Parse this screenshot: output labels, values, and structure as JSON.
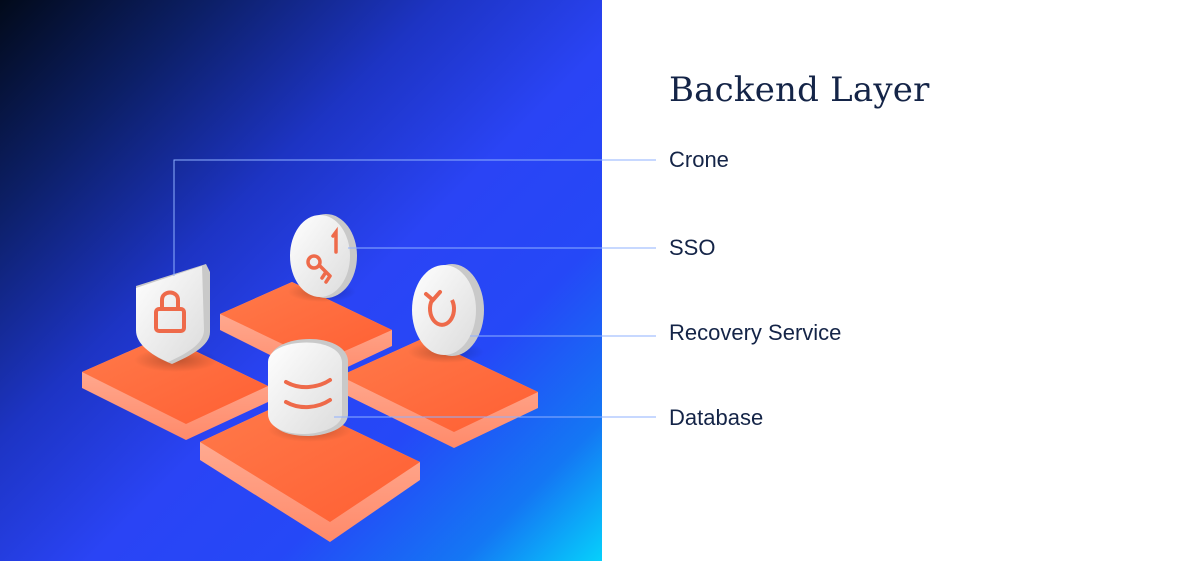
{
  "header": {
    "title": "Backend Layer"
  },
  "components": [
    {
      "id": "crone",
      "label": "Crone",
      "icon": "shield-lock-icon"
    },
    {
      "id": "sso",
      "label": "SSO",
      "icon": "key-icon"
    },
    {
      "id": "recovery",
      "label": "Recovery Service",
      "icon": "refresh-icon"
    },
    {
      "id": "database",
      "label": "Database",
      "icon": "database-icon"
    }
  ],
  "colors": {
    "tile": "#ff6b3d",
    "icon_face": "#f2f2f2",
    "icon_glyph": "#ee6a4a",
    "connector": "#8fb0ff",
    "text": "#142447"
  }
}
